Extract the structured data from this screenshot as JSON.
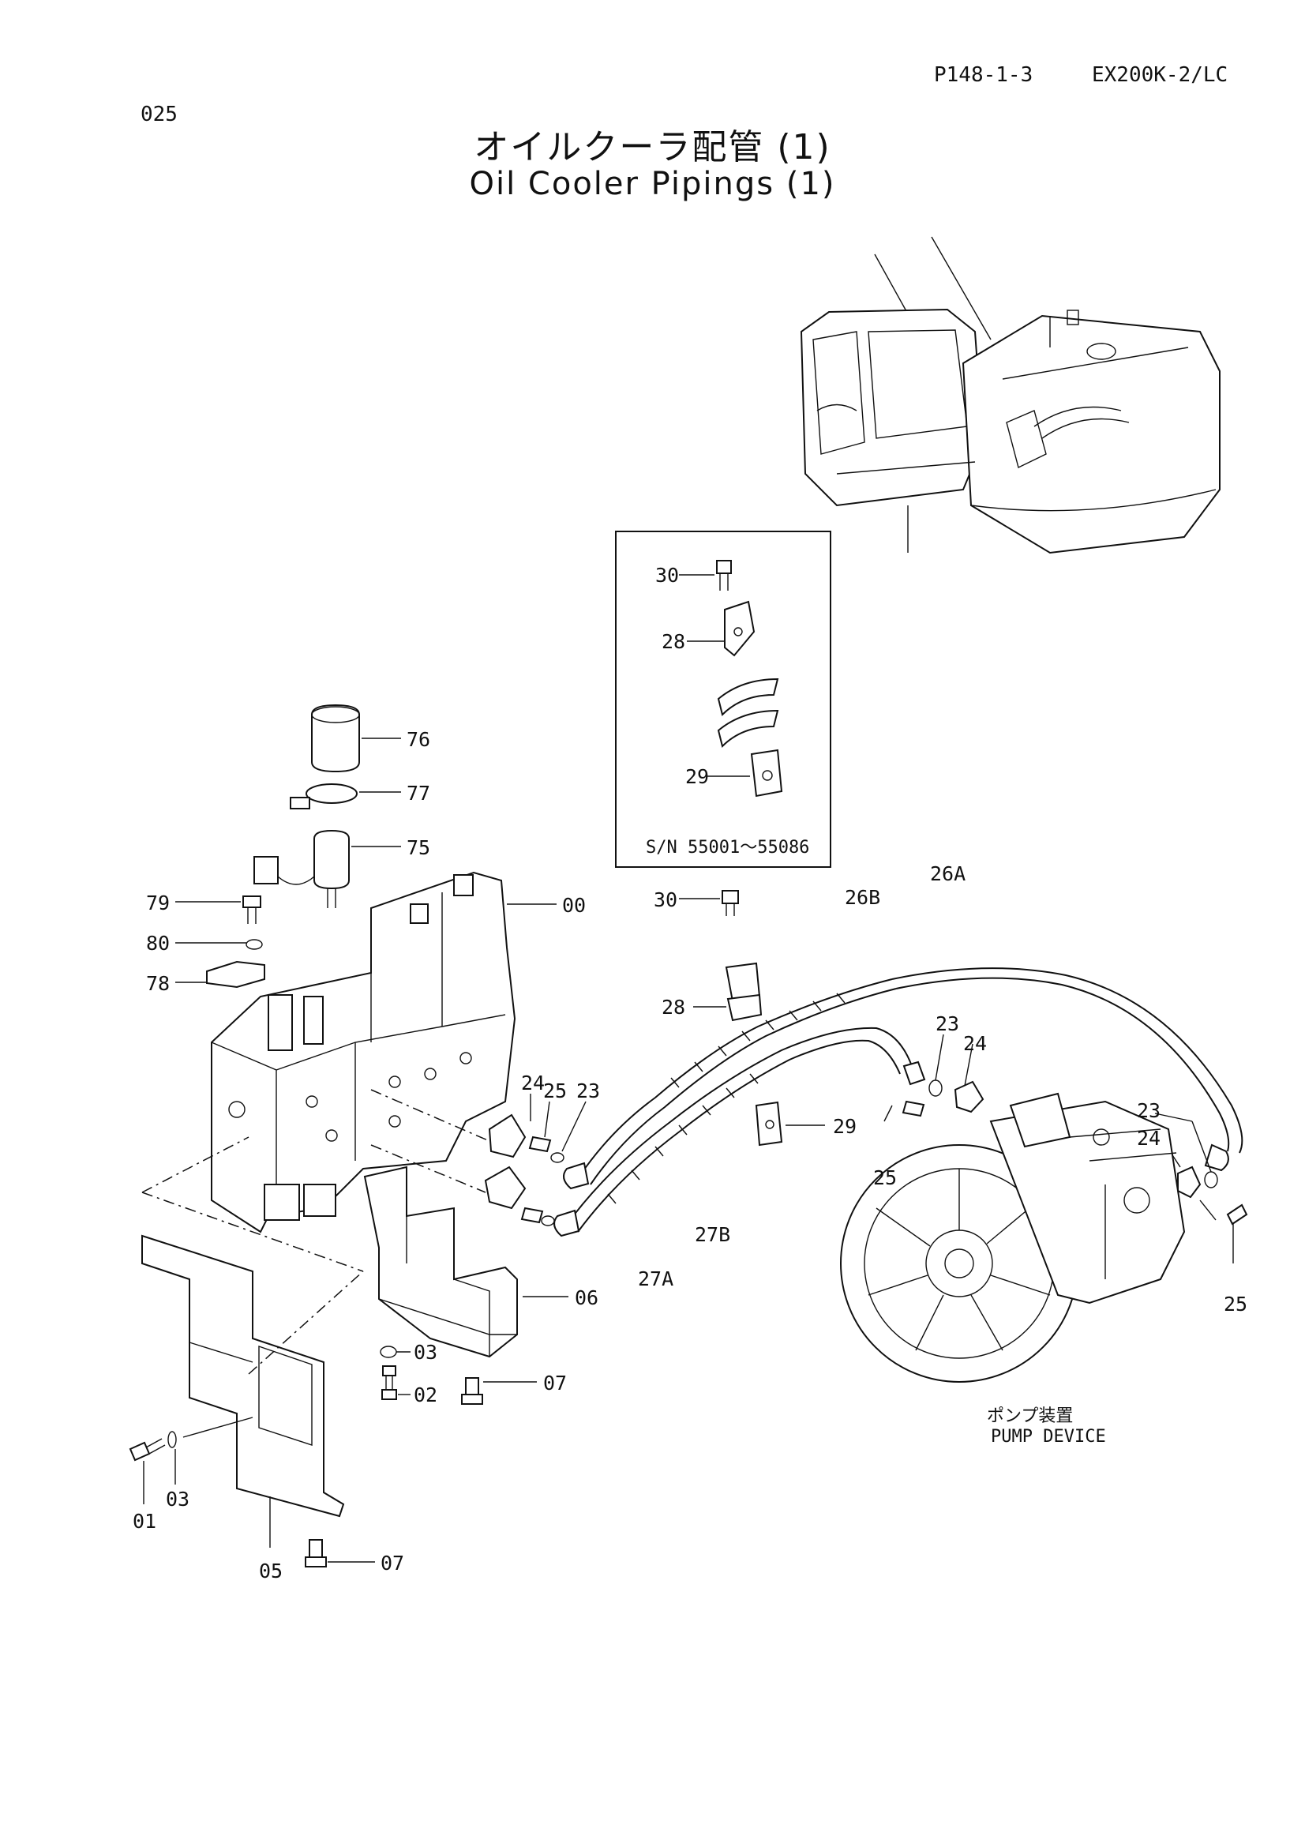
{
  "header": {
    "page_no": "025",
    "part_ref": "P148-1-3",
    "model": "EX200K-2/LC"
  },
  "title": {
    "jp": "オイルクーラ配管 (1)",
    "en": "Oil Cooler Pipings (1)"
  },
  "inset": {
    "serial_note": "S/N 55001～55086",
    "callouts": [
      "30",
      "28",
      "29"
    ]
  },
  "callouts": {
    "c76": "76",
    "c77": "77",
    "c75": "75",
    "c79": "79",
    "c80": "80",
    "c78": "78",
    "c00": "00",
    "c24a": "24",
    "c25a": "25",
    "c23a": "23",
    "c30": "30",
    "c28": "28",
    "c29": "29",
    "c26B": "26B",
    "c26A": "26A",
    "c23b": "23",
    "c24b": "24",
    "c25b": "25",
    "c23c": "23",
    "c24c": "24",
    "c25c": "25",
    "c27B": "27B",
    "c27A": "27A",
    "c06": "06",
    "c03a": "03",
    "c02": "02",
    "c07a": "07",
    "c01": "01",
    "c03b": "03",
    "c05": "05",
    "c07b": "07"
  },
  "pump_device": {
    "jp": "ポンプ装置",
    "en": "PUMP DEVICE"
  }
}
